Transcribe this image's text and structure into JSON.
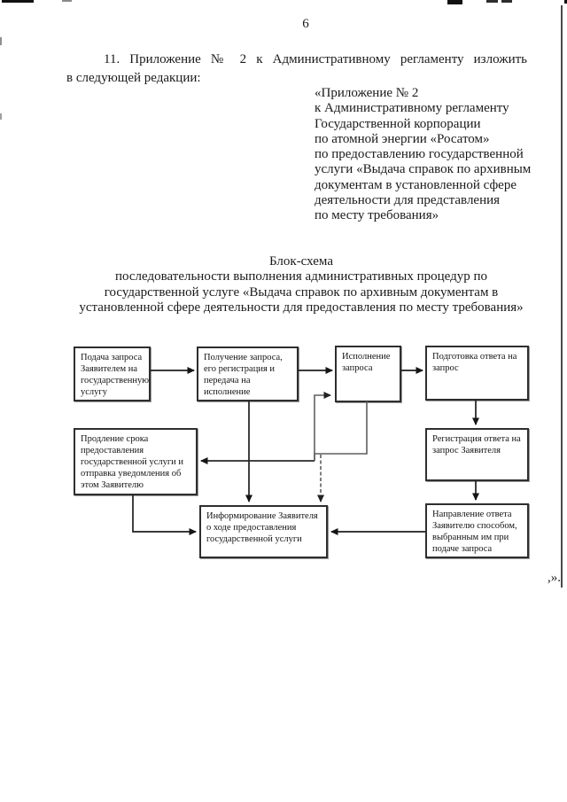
{
  "page": {
    "number": "6",
    "closing_mark": ",»."
  },
  "paragraph": {
    "line1": "11. Приложение № 2 к Административному регламенту изложить",
    "line2": "в следующей редакции:"
  },
  "quote_block": {
    "lines": [
      "«Приложение № 2",
      "к Административному регламенту",
      "Государственной корпорации",
      "по атомной энергии «Росатом»",
      "по предоставлению государственной",
      "услуги «Выдача справок по архивным",
      "документам в установленной сфере",
      "деятельности для представления",
      "по месту требования»"
    ]
  },
  "heading": {
    "lines": [
      "Блок-схема",
      "последовательности выполнения административных процедур по",
      "государственной услуге «Выдача справок по архивным документам в",
      "установленной сфере деятельности для предоставления по месту требования»"
    ]
  },
  "flowchart": {
    "boxes": [
      {
        "id": "submit",
        "label": "Подача запроса Заявителем на государственную услугу"
      },
      {
        "id": "receive",
        "label": "Получение запроса, его регистрация и передача на исполнение"
      },
      {
        "id": "execute",
        "label": "Исполнение запроса"
      },
      {
        "id": "prepare",
        "label": "Подготовка ответа на запрос"
      },
      {
        "id": "extend",
        "label": "Продление срока предоставления государственной услуги и отправка уведомления об этом Заявителю"
      },
      {
        "id": "register",
        "label": "Регистрация ответа на запрос Заявителя"
      },
      {
        "id": "inform",
        "label": "Информирование Заявителя о ходе предоставления государственной услуги"
      },
      {
        "id": "send",
        "label": "Направление ответа Заявителю способом, выбранным им при подаче запроса"
      }
    ]
  },
  "colors": {
    "paper": "#ffffff",
    "ink": "#1a1a1a",
    "line_black": "#1f1f1f",
    "line_gray": "#5f5f5f",
    "box_border": "#2e2e2e"
  }
}
